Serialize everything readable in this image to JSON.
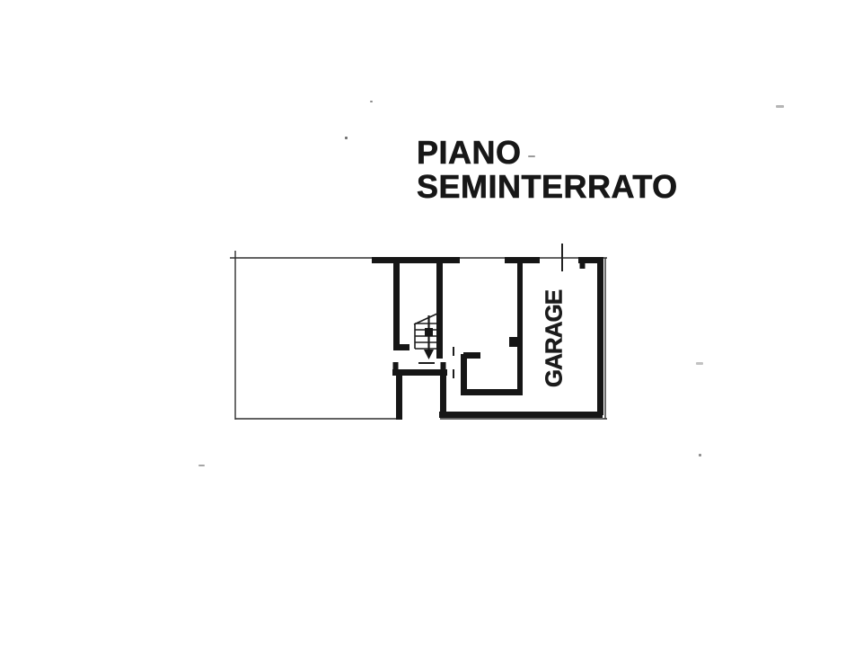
{
  "document": {
    "kind": "scanned floor plan",
    "background_color": "#ffffff"
  },
  "title": {
    "line1": "PIANO",
    "line2": "SEMINTERRATO"
  },
  "rooms": {
    "garage_label": "GARAGE"
  },
  "symbols": {
    "stair_arrow_direction": "down"
  },
  "colors": {
    "ink_text": "#171717",
    "wall_ink": "#161616",
    "thin_line": "#2e2e2e"
  }
}
